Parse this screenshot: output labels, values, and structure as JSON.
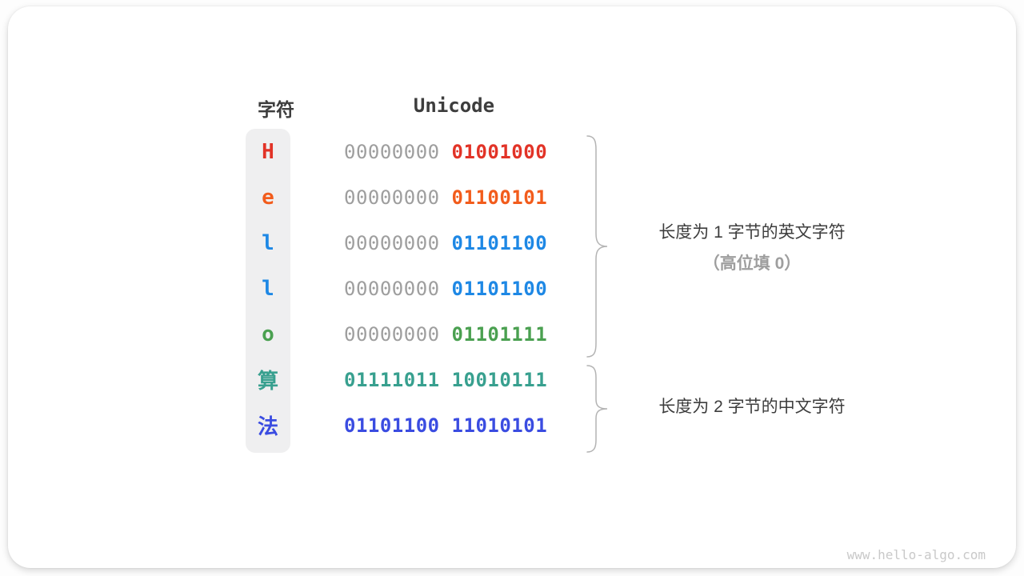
{
  "table": {
    "headers": {
      "char": "字符",
      "unicode": "Unicode"
    },
    "rows": [
      {
        "char": "H",
        "char_color": "#e23327",
        "byte1": "00000000",
        "byte1_color": "#9e9e9e",
        "byte2": "01001000",
        "byte2_color": "#e23327"
      },
      {
        "char": "e",
        "char_color": "#f25c1c",
        "byte1": "00000000",
        "byte1_color": "#9e9e9e",
        "byte2": "01100101",
        "byte2_color": "#f25c1c"
      },
      {
        "char": "l",
        "char_color": "#1e88e5",
        "byte1": "00000000",
        "byte1_color": "#9e9e9e",
        "byte2": "01101100",
        "byte2_color": "#1e88e5"
      },
      {
        "char": "l",
        "char_color": "#1e88e5",
        "byte1": "00000000",
        "byte1_color": "#9e9e9e",
        "byte2": "01101100",
        "byte2_color": "#1e88e5"
      },
      {
        "char": "o",
        "char_color": "#4aa050",
        "byte1": "00000000",
        "byte1_color": "#9e9e9e",
        "byte2": "01101111",
        "byte2_color": "#4aa050"
      },
      {
        "char": "算",
        "char_color": "#38a08f",
        "byte1": "01111011",
        "byte1_color": "#38a08f",
        "byte2": "10010111",
        "byte2_color": "#38a08f"
      },
      {
        "char": "法",
        "char_color": "#3a4ce1",
        "byte1": "01101100",
        "byte1_color": "#3a4ce1",
        "byte2": "11010101",
        "byte2_color": "#3a4ce1"
      }
    ]
  },
  "annotations": {
    "english": {
      "line1": "长度为 1 字节的英文字符",
      "line2": "（高位填 0）"
    },
    "chinese": {
      "line1": "长度为 2 字节的中文字符"
    }
  },
  "watermark": "www.hello-algo.com",
  "colors": {
    "binary_gray": "#9e9e9e",
    "text_dark": "#3d3d3d",
    "brace": "#b3b3b3",
    "strip_background": "#efeff0",
    "red": "#e23327",
    "orange": "#f25c1c",
    "blue": "#1e88e5",
    "green": "#4aa050",
    "teal": "#38a08f",
    "indigo": "#3a4ce1"
  }
}
